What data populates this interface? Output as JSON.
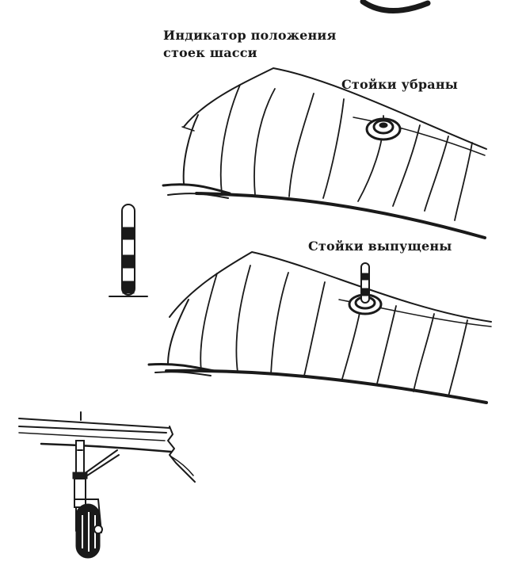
{
  "diagram": {
    "title_line1": "Индикатор положения",
    "title_line2": "стоек шасси",
    "label_retracted": "Стойки убраны",
    "label_extended": "Стойки выпущены"
  },
  "colors": {
    "ink": "#1a1a1a",
    "paper": "#ffffff"
  },
  "icons": [
    "indicator-pin-icon",
    "wing-retracted-drawing",
    "wing-extended-drawing",
    "landing-gear-drawing"
  ]
}
